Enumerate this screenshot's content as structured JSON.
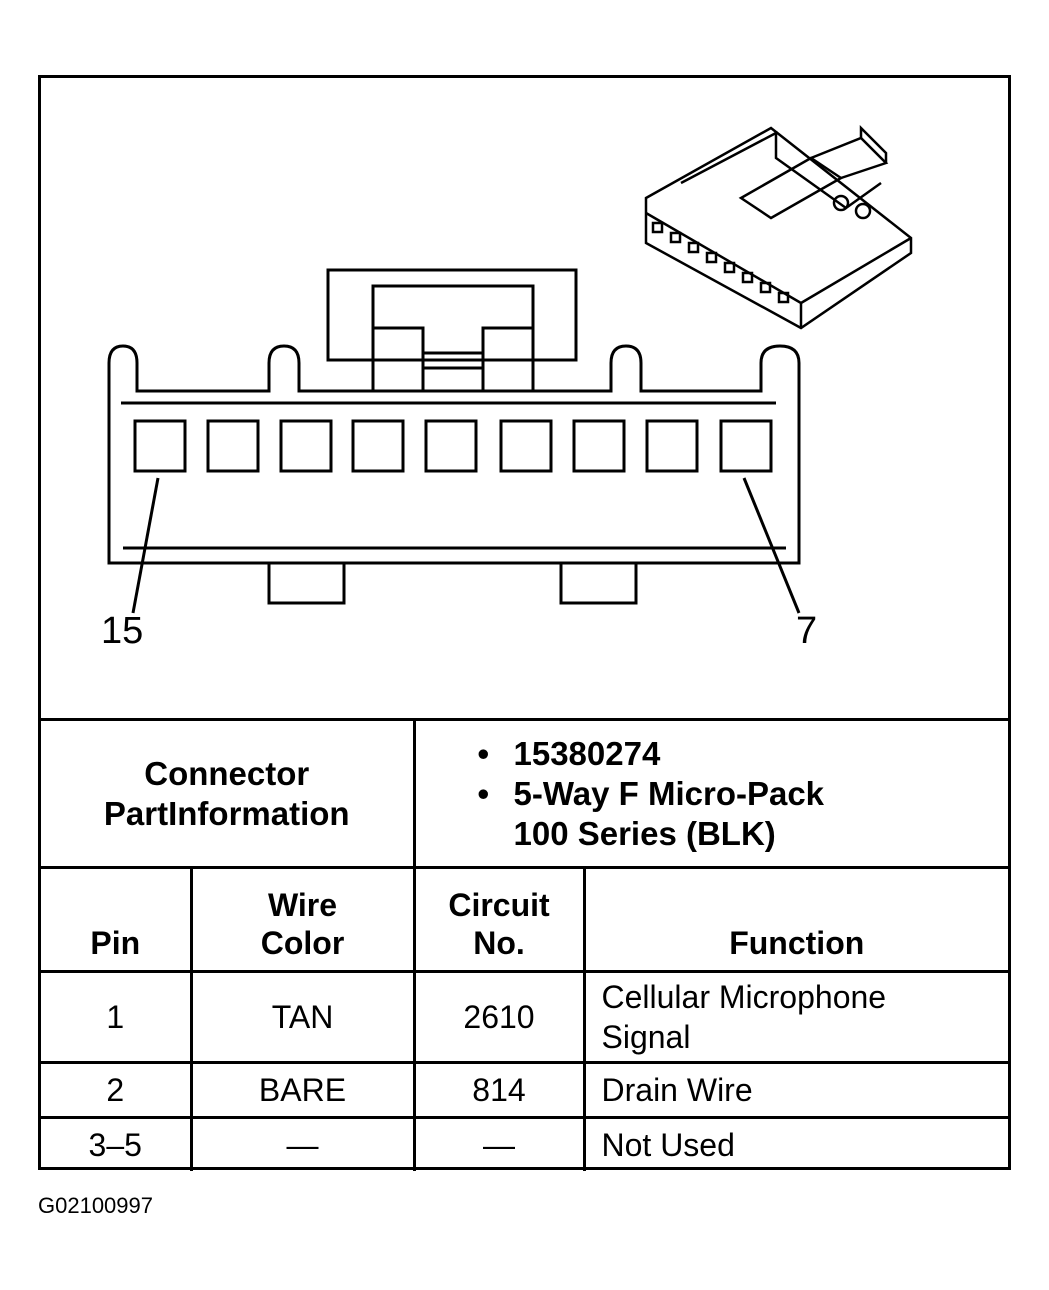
{
  "diagram": {
    "pin_left_label": "15",
    "pin_right_label": "7"
  },
  "connector_info": {
    "label": "Connector PartInformation",
    "items": [
      {
        "bullet": "•",
        "text": "15380274"
      },
      {
        "bullet": "•",
        "text": "5-Way F Micro-Pack 100 Series (BLK)"
      }
    ]
  },
  "pin_table": {
    "headers": [
      "Pin",
      "Wire Color",
      "Circuit No.",
      "Function"
    ],
    "rows": [
      [
        "1",
        "TAN",
        "2610",
        "Cellular Microphone Signal"
      ],
      [
        "2",
        "BARE",
        "814",
        "Drain Wire"
      ],
      [
        "3–5",
        "—",
        "—",
        "Not Used"
      ]
    ]
  },
  "figure_code": "G02100997"
}
